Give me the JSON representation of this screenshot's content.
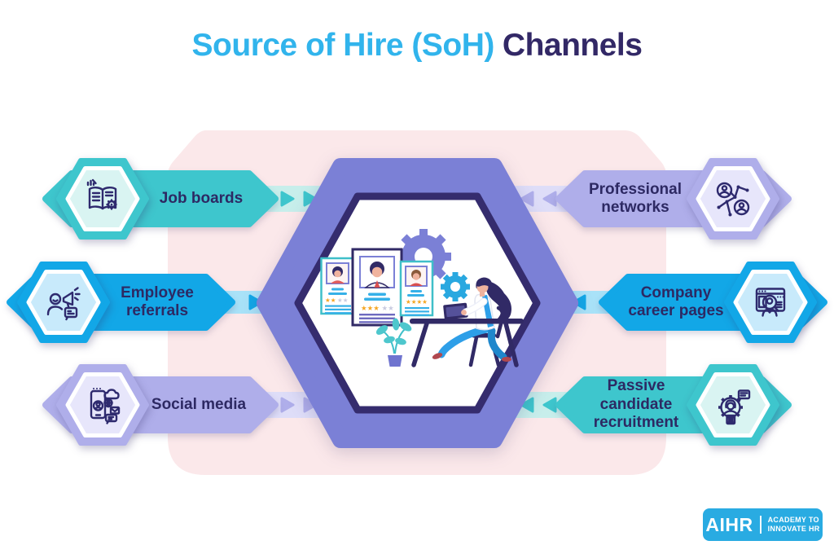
{
  "title": {
    "highlight": "Source of Hire (SoH)",
    "rest": "Channels"
  },
  "channels": {
    "left": [
      {
        "label": "Job boards",
        "icon": "job-boards-icon",
        "theme": "teal",
        "arrow_direction": "toward-center"
      },
      {
        "label": "Employee referrals",
        "icon": "employee-referrals-icon",
        "theme": "blue",
        "arrow_direction": "toward-center"
      },
      {
        "label": "Social media",
        "icon": "social-media-icon",
        "theme": "lavender",
        "arrow_direction": "toward-center"
      }
    ],
    "right": [
      {
        "label": "Professional networks",
        "icon": "professional-networks-icon",
        "theme": "lavender",
        "arrow_direction": "toward-center"
      },
      {
        "label": "Company career pages",
        "icon": "company-career-pages-icon",
        "theme": "blue",
        "arrow_direction": "toward-center"
      },
      {
        "label": "Passive candidate recruitment",
        "icon": "passive-candidate-icon",
        "theme": "teal",
        "arrow_direction": "toward-center"
      }
    ]
  },
  "center": {
    "illustration": "recruiter reviewing rated candidate resume cards at a desk with laptop, gears and plant",
    "candidate_star_ratings": [
      2,
      3,
      4
    ]
  },
  "logo": {
    "name": "AIHR",
    "tagline_line1": "ACADEMY TO",
    "tagline_line2": "INNOVATE HR"
  },
  "palette": {
    "teal": "#3EC6CD",
    "teal_light": "#C7EEEB",
    "teal_badge_fill": "#D9F4F2",
    "blue": "#12A7E7",
    "blue_light": "#A9E2F8",
    "blue_badge_fill": "#C8EAFB",
    "lavender": "#AFAEEA",
    "lavender_light": "#DEDDF8",
    "lavender_badge_fill": "#E7E6FB",
    "navy_text": "#2D2963",
    "icon_stroke": "#2E2A6E",
    "hexagon_periwinkle": "#7B80D6",
    "hexagon_border": "#352C6E",
    "background_blob_pink": "#FBE8EA",
    "title_blue": "#31B4EC",
    "title_dark": "#322866",
    "logo_blue": "#29ABE2"
  }
}
